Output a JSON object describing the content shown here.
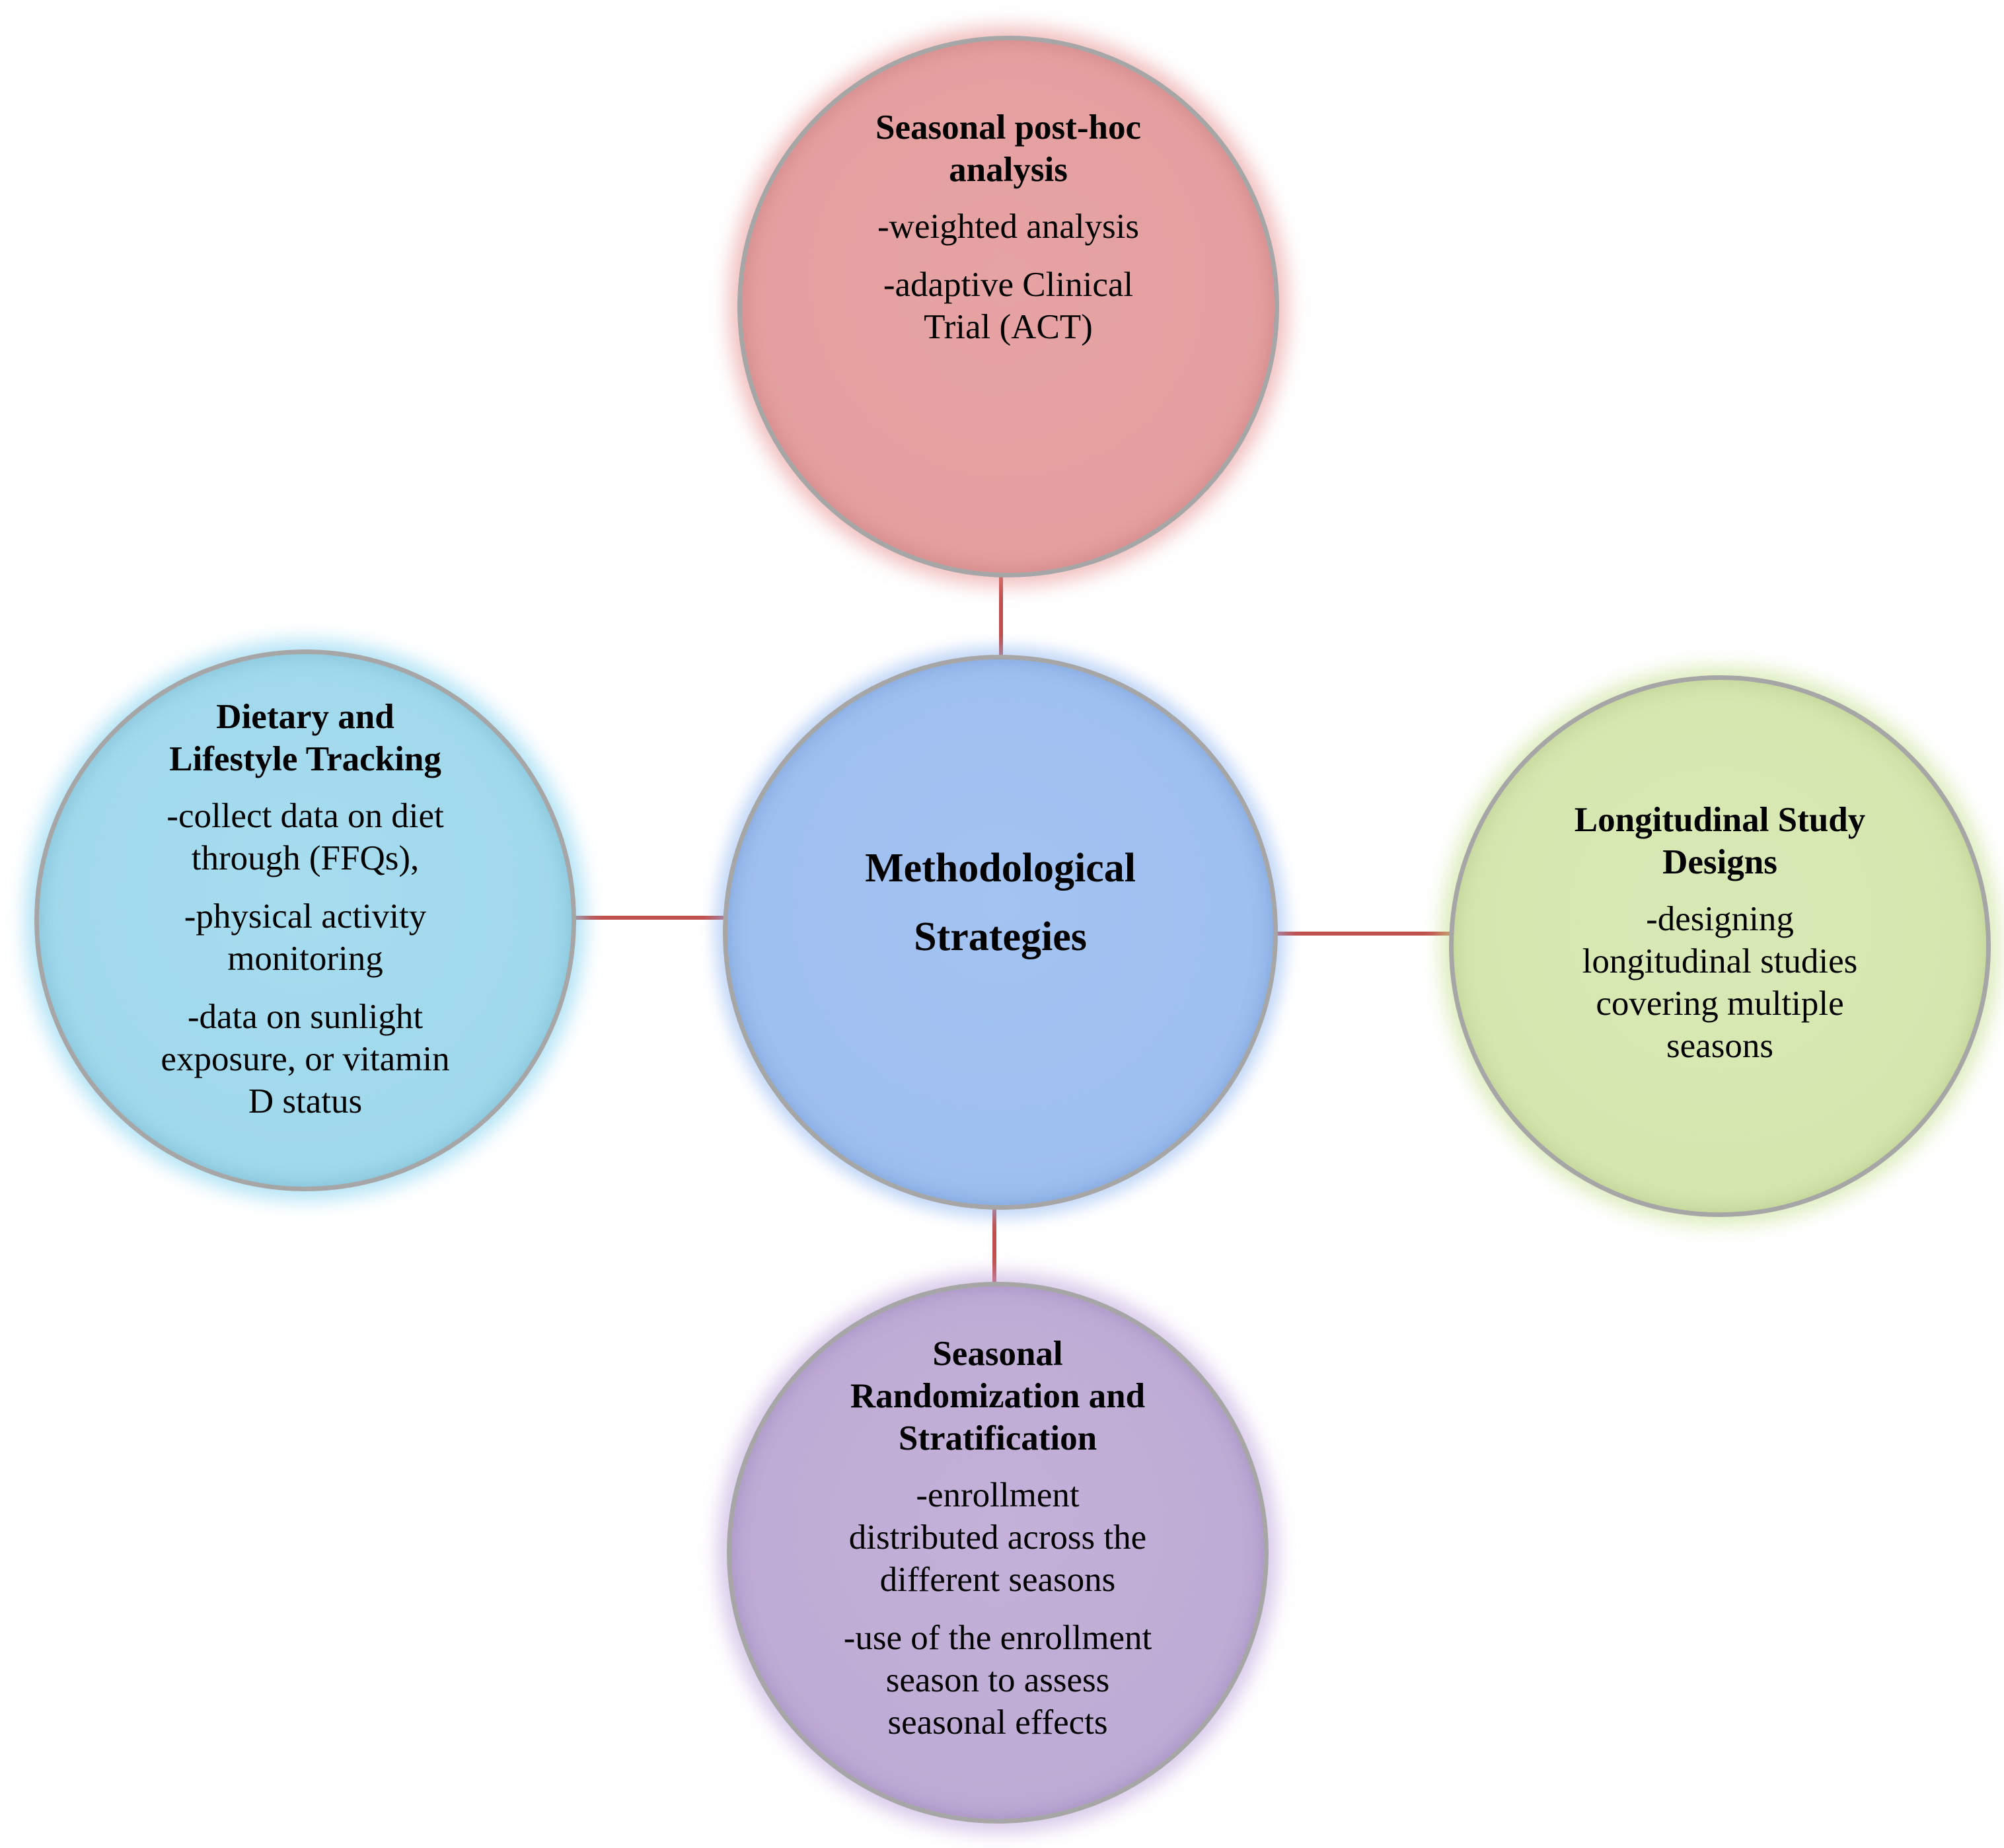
{
  "center": {
    "title": "Methodological\nStrategies"
  },
  "nodes": {
    "top": {
      "title": "Seasonal post-hoc\nanalysis",
      "items": [
        "-weighted analysis",
        "-adaptive Clinical\nTrial (ACT)"
      ]
    },
    "left": {
      "title": "Dietary and\nLifestyle Tracking",
      "items": [
        "-collect data on diet\nthrough (FFQs),",
        "-physical activity\nmonitoring",
        "-data on sunlight\nexposure, or vitamin\nD status"
      ]
    },
    "right": {
      "title": "Longitudinal Study\nDesigns",
      "items": [
        "-designing\nlongitudinal studies\ncovering multiple\nseasons"
      ]
    },
    "bottom": {
      "title": "Seasonal\nRandomization and\nStratification",
      "items": [
        "-enrollment\ndistributed across the\ndifferent seasons",
        "-use of the enrollment\nseason to assess\nseasonal effects"
      ]
    }
  },
  "colors": {
    "top_fill": "#e49f9f",
    "left_fill": "#a0d8ec",
    "right_fill": "#d5e6ae",
    "bottom_fill": "#beabd5",
    "center_fill": "#9dbfef",
    "connector": "#c0504d",
    "border": "#a6a6a6"
  }
}
